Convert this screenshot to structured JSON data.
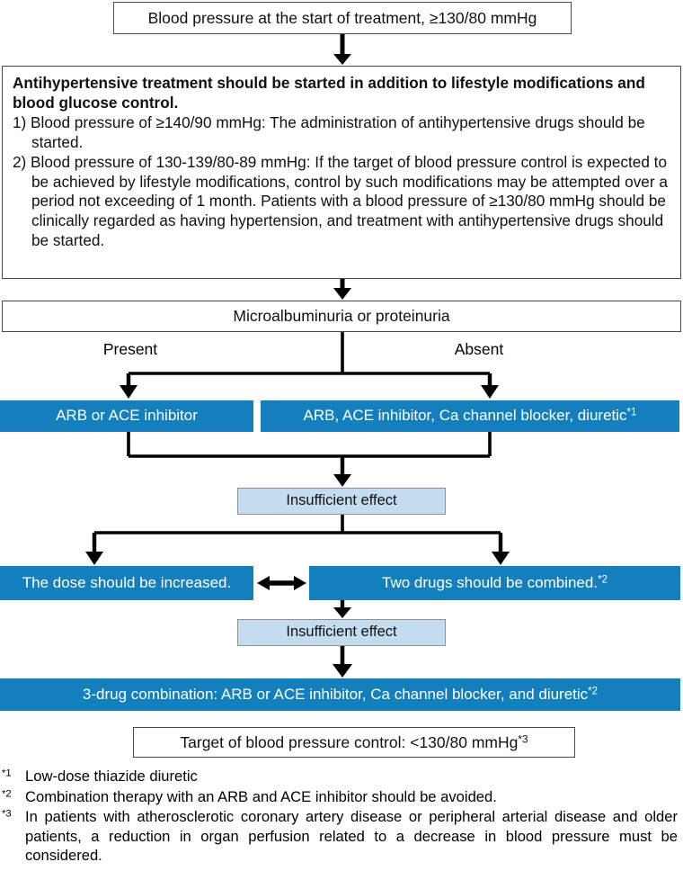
{
  "diagram": {
    "title": "Antihypertensive treatment algorithm for diabetes",
    "colors": {
      "blue_fill": "#1380bd",
      "light_blue_fill": "#c3dcf0",
      "white_fill": "#ffffff",
      "border_gray": "#4a4a4a",
      "arrow_black": "#000000"
    },
    "nodes": {
      "start": "Blood pressure at the start of treatment, ≥130/80 mmHg",
      "treatment": {
        "heading": "Antihypertensive treatment should be started in addition to lifestyle modifications and blood glucose control.",
        "item1": "1) Blood pressure of ≥140/90 mmHg: The administration of antihypertensive drugs should be started.",
        "item2": "2) Blood pressure of 130-139/80-89 mmHg: If the target of blood pressure control is expected to be achieved by lifestyle modifications, control by such modifications may be attempted over a period not exceeding of 1 month. Patients with a blood pressure of ≥130/80 mmHg should be clinically regarded as having hypertension, and treatment with antihypertensive drugs should be started."
      },
      "microalbuminuria": "Microalbuminuria or proteinuria",
      "branch_present": "Present",
      "branch_absent": "Absent",
      "arb_left": "ARB or ACE inhibitor",
      "arb_right_text": "ARB, ACE inhibitor, Ca channel blocker, diuretic",
      "arb_right_sup": "*1",
      "insufficient_effect_1": "Insufficient effect",
      "dose_increase": "The dose should be increased.",
      "two_drugs_text": "Two drugs should be combined.",
      "two_drugs_sup": "*2",
      "insufficient_effect_2": "Insufficient effect",
      "three_drug_text": "3-drug combination: ARB or ACE inhibitor, Ca channel blocker, and diuretic",
      "three_drug_sup": "*2",
      "target_text": "Target of blood pressure control: <130/80 mmHg",
      "target_sup": "*3"
    },
    "footnotes": [
      {
        "mark": "*1",
        "text": "Low-dose thiazide diuretic"
      },
      {
        "mark": "*2",
        "text": "Combination therapy with an ARB and ACE inhibitor should be avoided."
      },
      {
        "mark": "*3",
        "text": "In patients with atherosclerotic coronary artery disease or peripheral arterial disease and older patients, a reduction in organ perfusion related to a decrease in blood pressure must be considered."
      }
    ]
  }
}
